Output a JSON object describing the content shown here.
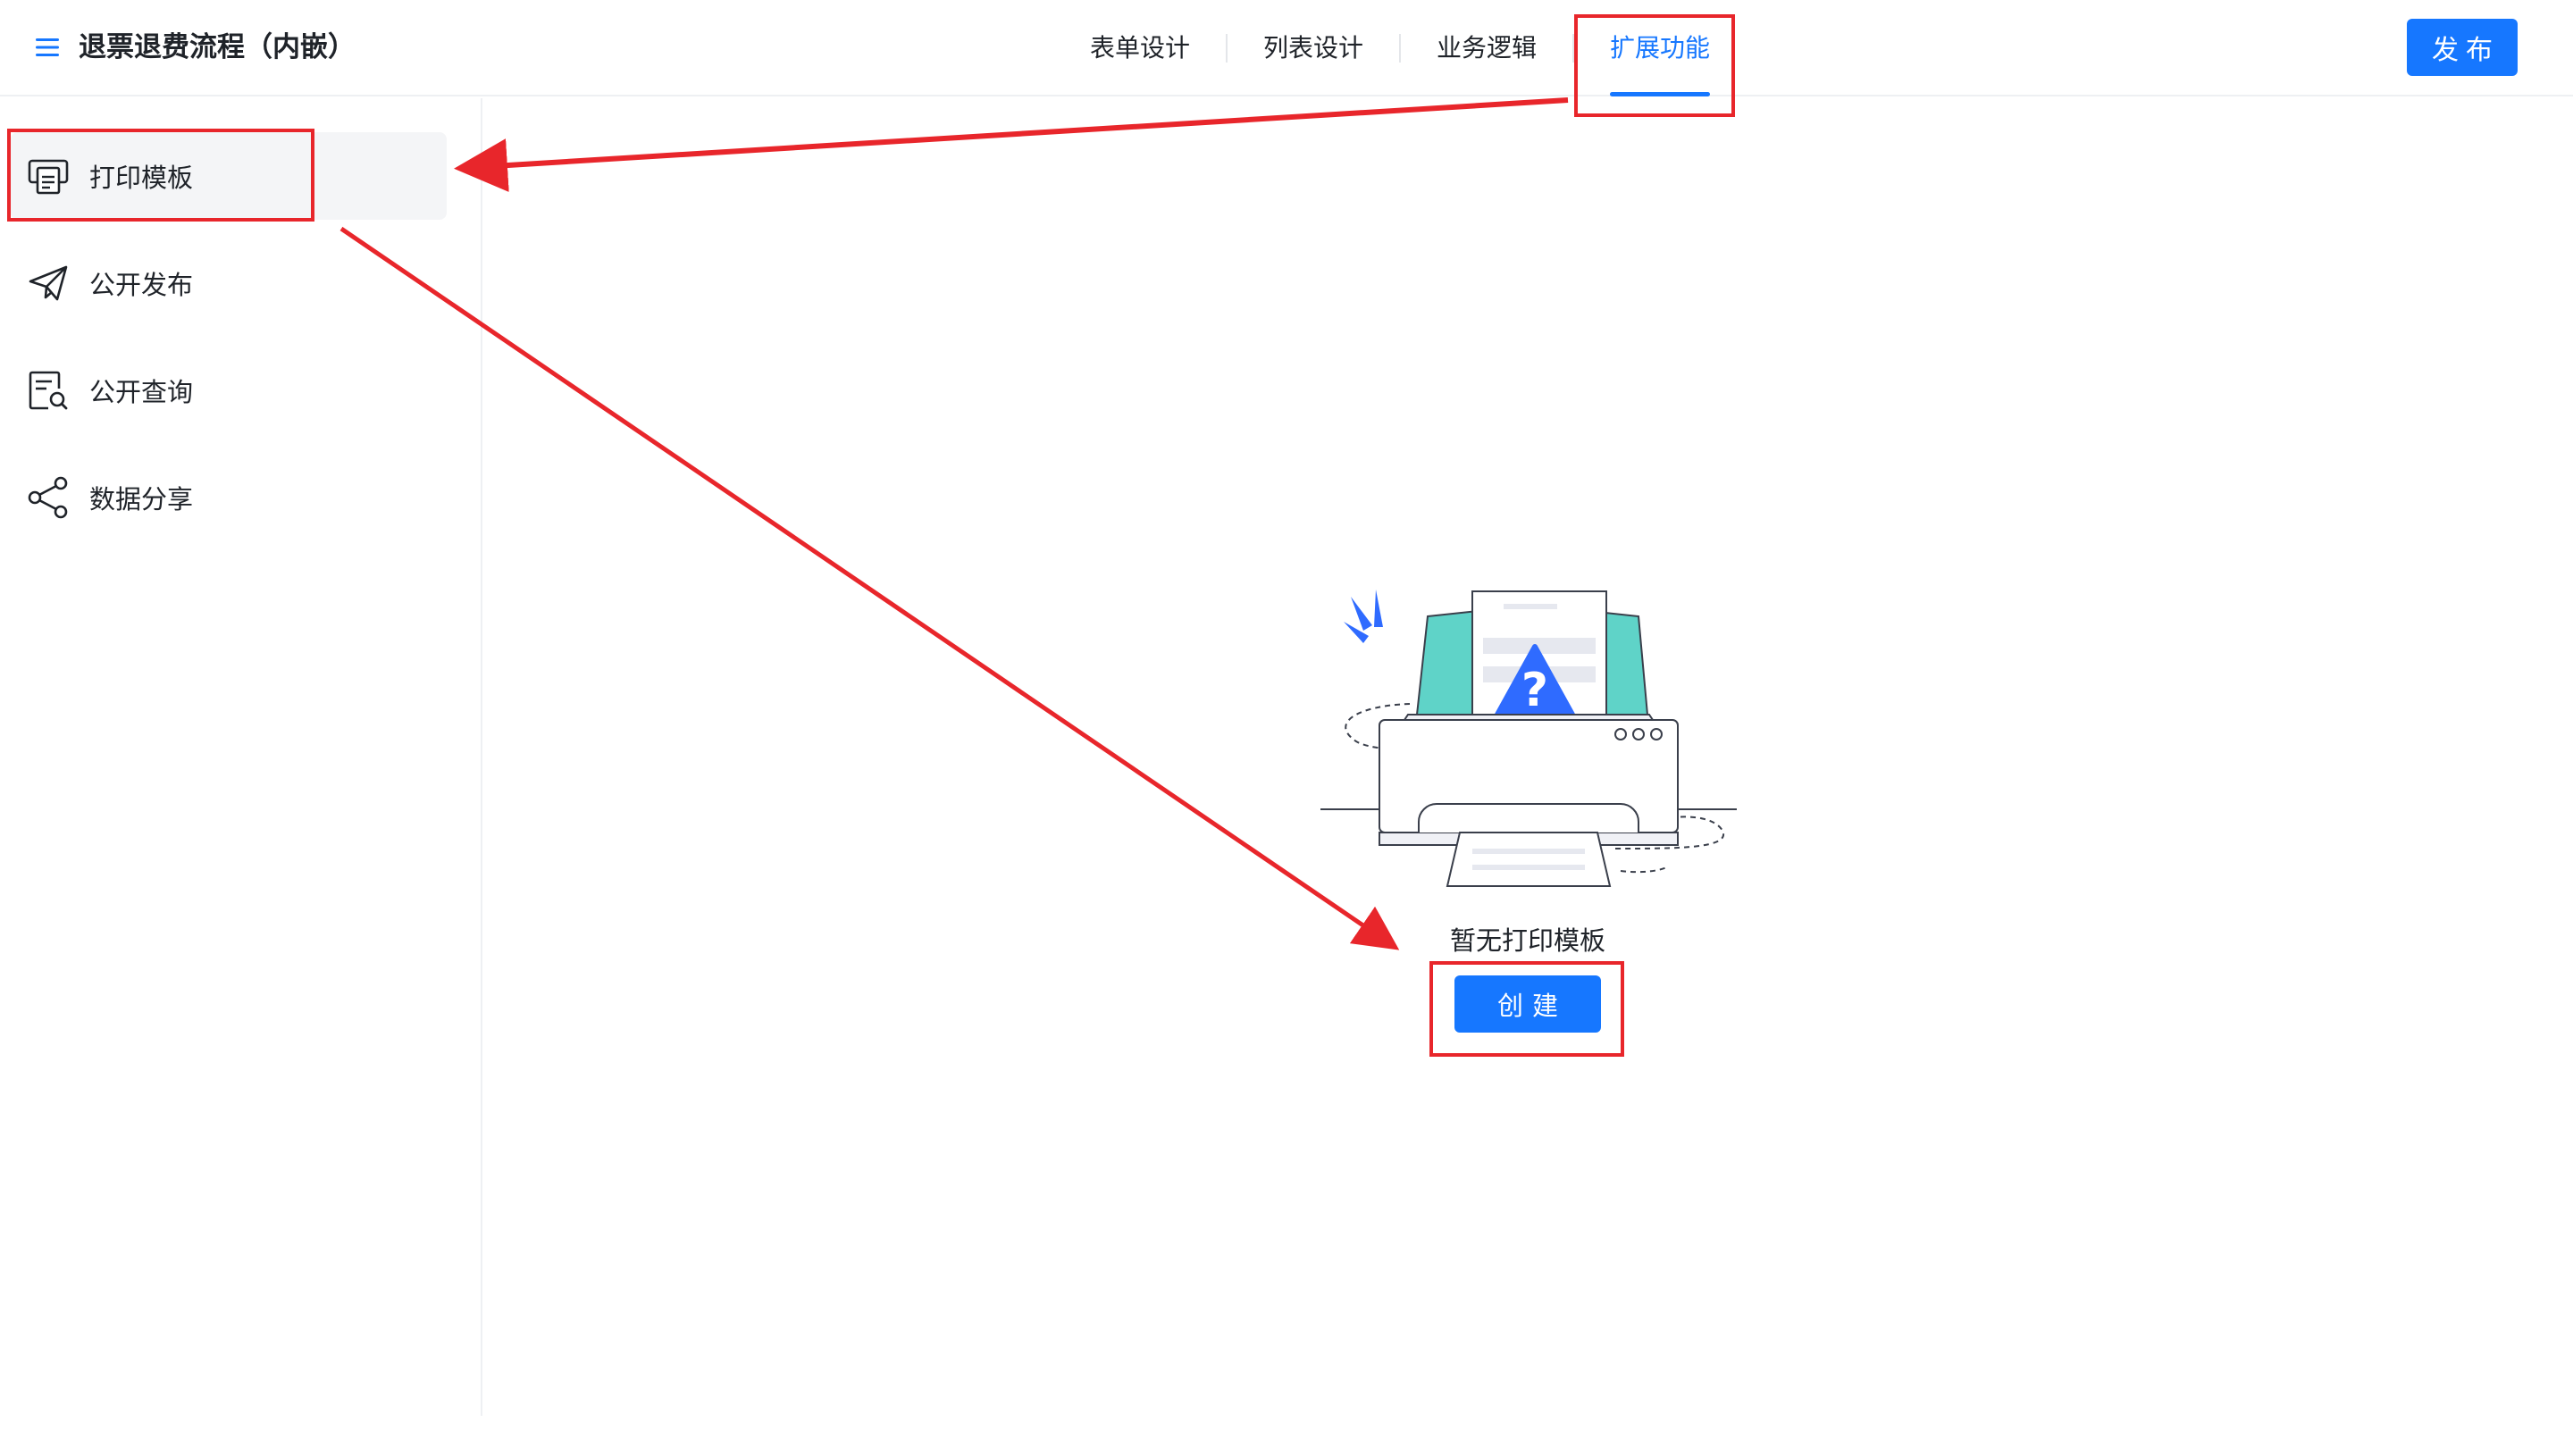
{
  "header": {
    "title": "退票退费流程（内嵌）",
    "menu_icon": "hamburger-menu-icon",
    "tabs": [
      {
        "label": "表单设计",
        "active": false
      },
      {
        "label": "列表设计",
        "active": false
      },
      {
        "label": "业务逻辑",
        "active": false
      },
      {
        "label": "扩展功能",
        "active": true
      }
    ],
    "publish_label": "发布"
  },
  "sidebar": {
    "items": [
      {
        "label": "打印模板",
        "icon": "printer-template-icon",
        "selected": true
      },
      {
        "label": "公开发布",
        "icon": "paper-plane-icon",
        "selected": false
      },
      {
        "label": "公开查询",
        "icon": "document-search-icon",
        "selected": false
      },
      {
        "label": "数据分享",
        "icon": "share-nodes-icon",
        "selected": false
      }
    ]
  },
  "main": {
    "empty_text": "暂无打印模板",
    "create_label": "创建",
    "illustration_icon": "printer-question-illustration"
  },
  "colors": {
    "accent": "#1677ff",
    "annotation": "#e8262b",
    "selected_bg": "#f4f5f7",
    "teal": "#5fd3c8"
  }
}
